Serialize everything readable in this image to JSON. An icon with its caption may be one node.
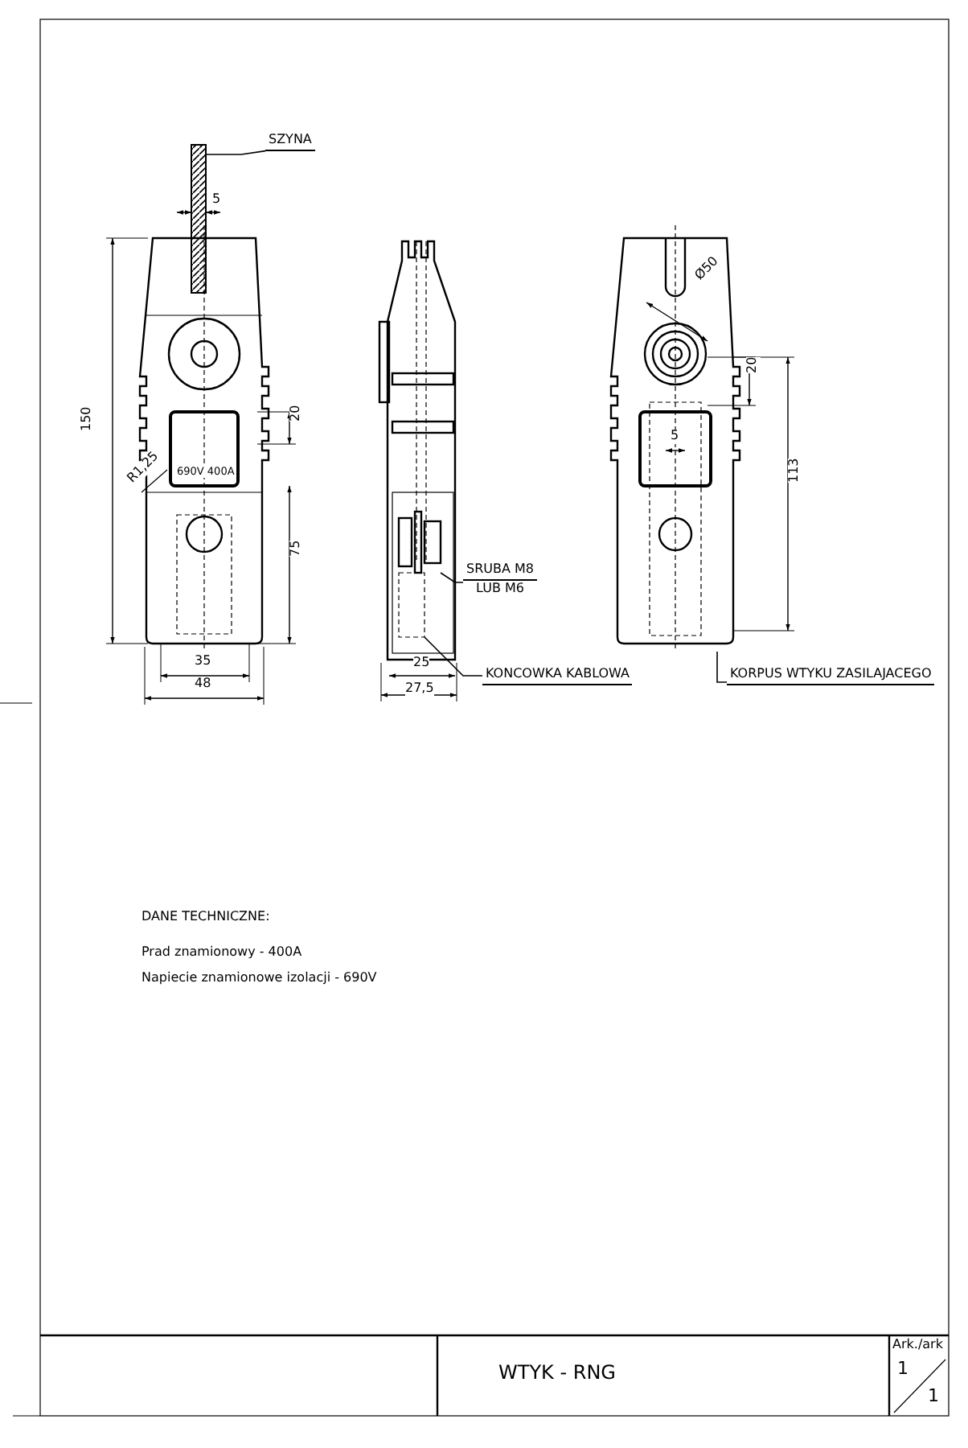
{
  "diagram": {
    "title": "WTYK - RNG",
    "nodes": [
      {
        "text": [
          "SZYNA"
        ]
      },
      {
        "text": [],
        "shape": "picture"
      },
      {
        "text": [
          "SRUBA M8",
          "LUB M6"
        ]
      },
      {
        "text": [],
        "shape": "picture"
      },
      {
        "text": [
          "KONCOWKA KABLOWA"
        ]
      },
      {
        "text": [],
        "shape": "box"
      },
      {
        "text": [
          "KORPUS WTYKU ZASILAJACEGO"
        ]
      },
      {
        "text": [],
        "shape": "picture"
      }
    ],
    "edges": [
      {
        "from": 0,
        "to": 1,
        "arrow": "none"
      },
      {
        "from": 2,
        "to": 3,
        "arrow": "none"
      },
      {
        "from": 4,
        "to": 5,
        "arrow": "none"
      },
      {
        "from": 6,
        "to": 7,
        "arrow": "none"
      }
    ],
    "labels": [
      "5",
      "150",
      "20",
      "R1,25",
      "690V 400A",
      "75",
      "35",
      "48",
      "25",
      "27,5",
      "Ø50",
      "20",
      "5",
      "113",
      "DANE TECHNICZNE:",
      "Prad znamionowy - 400A",
      "Napiecie znamionowe izolacji - 690V",
      "Ark./ark",
      "1",
      "1"
    ]
  }
}
